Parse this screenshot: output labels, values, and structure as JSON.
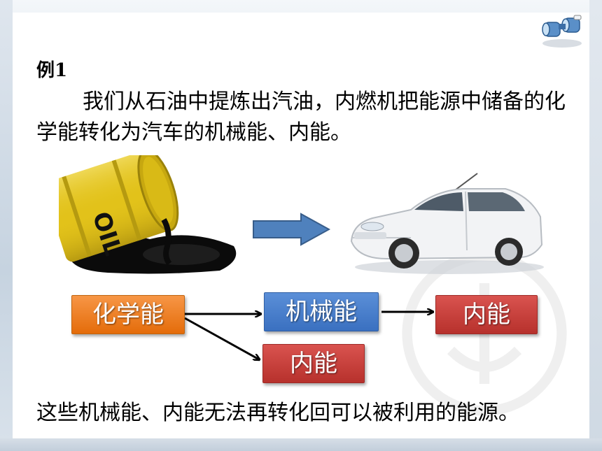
{
  "example_title": "例1",
  "paragraph": "我们从石油中提炼出汽油，内燃机把能源中储备的化学能转化为汽车的机械能、内能。",
  "oil_label": "OIL",
  "diagram": {
    "chemical": "化学能",
    "mechanical": "机械能",
    "internal_a": "内能",
    "internal_b": "内能"
  },
  "conclusion": "这些机械能、内能无法再转化回可以被利用的能源。",
  "colors": {
    "chemical_box": "#e46c0a",
    "mechanical_box": "#3a70c0",
    "internal_box": "#b7312c",
    "big_arrow": "#4f81bd"
  }
}
